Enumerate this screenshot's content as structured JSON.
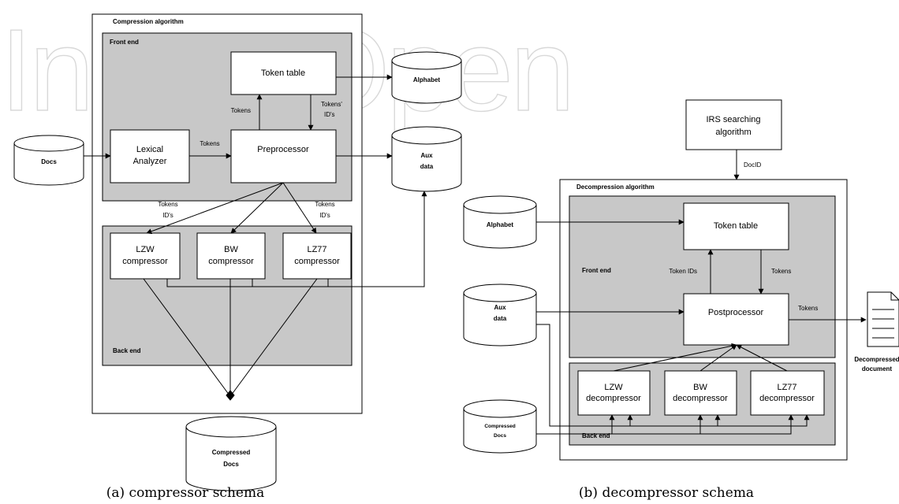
{
  "watermark": "IntechOpen",
  "compressor": {
    "container_title": "Compression algorithm",
    "front_end_label": "Front end",
    "back_end_label": "Back end",
    "nodes": {
      "docs": "Docs",
      "lexical_line1": "Lexical",
      "lexical_line2": "Analyzer",
      "token_table": "Token table",
      "preprocessor": "Preprocessor",
      "alphabet": "Alphabet",
      "aux_line1": "Aux",
      "aux_line2": "data",
      "lzw_line1": "LZW",
      "lzw_line2": "compressor",
      "bw_line1": "BW",
      "bw_line2": "compressor",
      "lz77_line1": "LZ77",
      "lz77_line2": "compressor",
      "compressed_line1": "Compressed",
      "compressed_line2": "Docs"
    },
    "edge_labels": {
      "lex_to_pre": "Tokens",
      "pre_to_table": "Tokens",
      "table_to_pre_line1": "Tokens'",
      "table_to_pre_line2": "ID's",
      "left_ids_line1": "Tokens",
      "left_ids_line2": "ID's",
      "right_ids_line1": "Tokens",
      "right_ids_line2": "ID's"
    },
    "caption": "(a) compressor schema"
  },
  "decompressor": {
    "irs_line1": "IRS searching",
    "irs_line2": "algorithm",
    "docid_label": "DocID",
    "container_title": "Decompression algorithm",
    "front_end_label": "Front end",
    "back_end_label": "Back end",
    "nodes": {
      "alphabet": "Alphabet",
      "aux_line1": "Aux",
      "aux_line2": "data",
      "compressed_line1": "Compressed",
      "compressed_line2": "Docs",
      "token_table": "Token table",
      "postprocessor": "Postprocessor",
      "lzw_line1": "LZW",
      "lzw_line2": "decompressor",
      "bw_line1": "BW",
      "bw_line2": "decompressor",
      "lz77_line1": "LZ77",
      "lz77_line2": "decompressor",
      "doc_line1": "Decompressed",
      "doc_line2": "document"
    },
    "edge_labels": {
      "token_ids": "Token IDs",
      "tokens_down": "Tokens",
      "tokens_out": "Tokens"
    },
    "caption": "(b) decompressor schema"
  },
  "colors": {
    "panel": "#c8c8c8",
    "stroke": "#000000",
    "box": "#ffffff"
  }
}
